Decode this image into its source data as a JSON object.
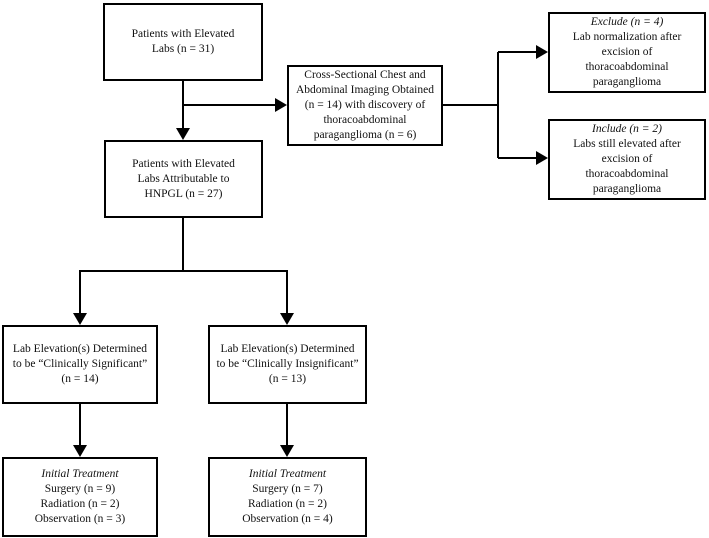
{
  "diagram": {
    "background_color": "#ffffff",
    "line_color": "#000000",
    "nodes": {
      "elevated_labs": {
        "text": "Patients with Elevated\nLabs (n = 31)"
      },
      "imaging": {
        "text": "Cross-Sectional Chest and\nAbdominal Imaging Obtained\n(n = 14) with discovery of\nthoracoabdominal\nparaganglioma (n = 6)"
      },
      "exclude": {
        "heading": "Exclude (n = 4)",
        "text": "Lab normalization after\nexcision of\nthoracoabdominal\nparaganglioma"
      },
      "include": {
        "heading": "Include (n = 2)",
        "text": "Labs still elevated after\nexcision of\nthoracoabdominal\nparaganglioma"
      },
      "hnpgl": {
        "text": "Patients with Elevated\nLabs Attributable to\nHNPGL (n = 27)"
      },
      "significant": {
        "text": "Lab Elevation(s) Determined\nto be “Clinically Significant”\n(n = 14)"
      },
      "insignificant": {
        "text": "Lab Elevation(s) Determined\nto be “Clinically Insignificant”\n(n = 13)"
      },
      "treatment_significant": {
        "heading": "Initial Treatment",
        "lines": [
          "Surgery (n = 9)",
          "Radiation (n = 2)",
          "Observation (n = 3)"
        ]
      },
      "treatment_insignificant": {
        "heading": "Initial Treatment",
        "lines": [
          "Surgery (n = 7)",
          "Radiation (n = 2)",
          "Observation (n = 4)"
        ]
      }
    }
  }
}
